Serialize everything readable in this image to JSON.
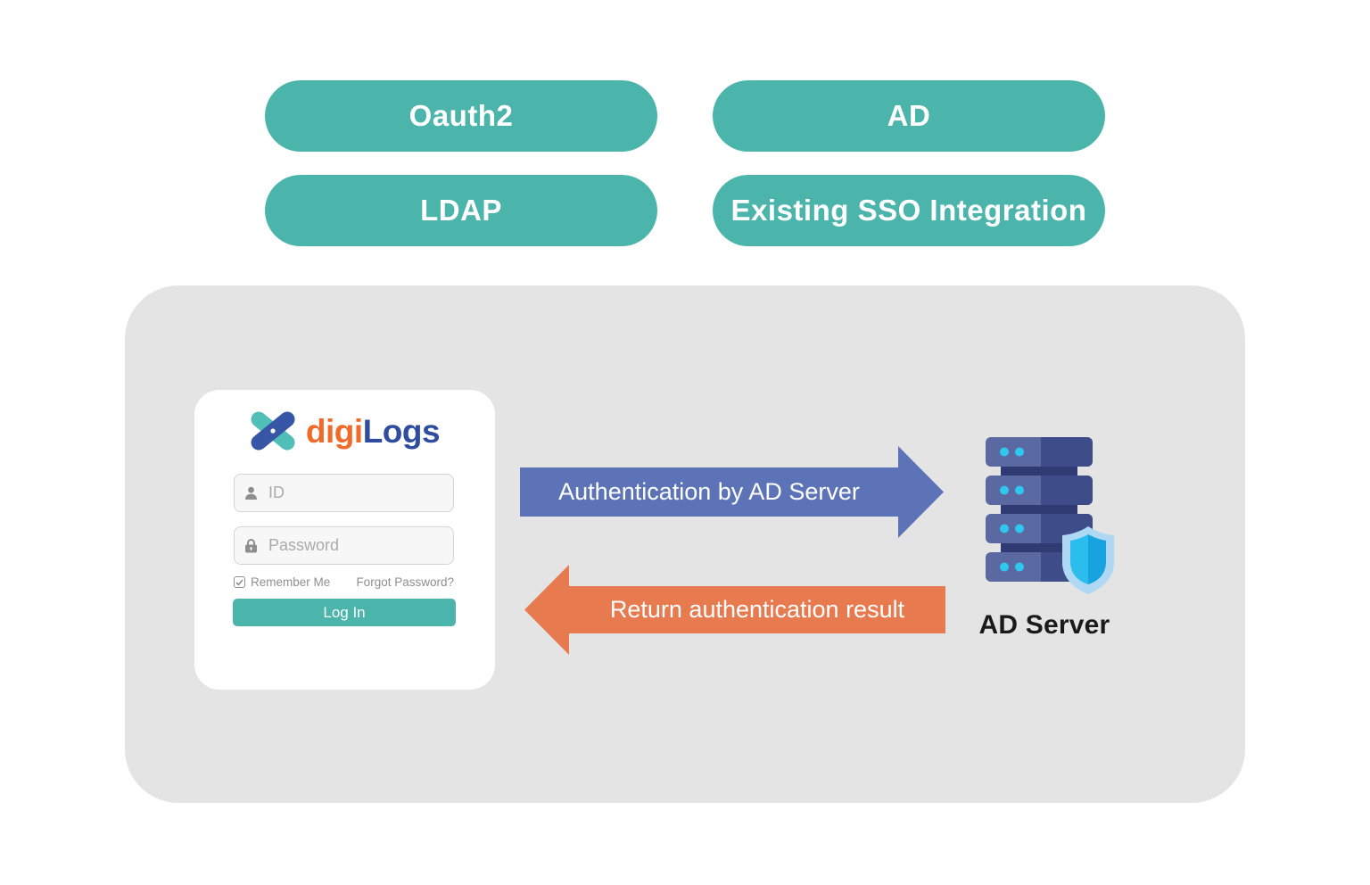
{
  "colors": {
    "teal": "#4BB5AC",
    "panel": "#E4E4E4",
    "arrow-blue": "#5C74B7",
    "arrow-orange": "#E87A50",
    "brand-orange": "#F06A2A",
    "brand-blue": "#2E4D9E",
    "logo-teal": "#4FBFB8",
    "logo-blue": "#3757A6",
    "srv-light": "#5A69A1",
    "srv-dark": "#3E4C8A",
    "srv-conn": "#2F3B72",
    "srv-dot": "#2FC7F0",
    "shield-outer": "#AFD8F5",
    "shield-inner": "#2CBDEF",
    "shield-inner-dark": "#17A2E0"
  },
  "pills": {
    "oauth2": "Oauth2",
    "ad": "AD",
    "ldap": "LDAP",
    "sso": "Existing SSO Integration"
  },
  "login": {
    "brand_digi": "digi",
    "brand_logs": "Logs",
    "id_placeholder": "ID",
    "password_placeholder": "Password",
    "remember_label": "Remember Me",
    "forgot_label": "Forgot Password?",
    "login_button": "Log In"
  },
  "flows": {
    "request_label": "Authentication by AD Server",
    "response_label": "Return authentication result"
  },
  "server": {
    "label": "AD Server"
  }
}
